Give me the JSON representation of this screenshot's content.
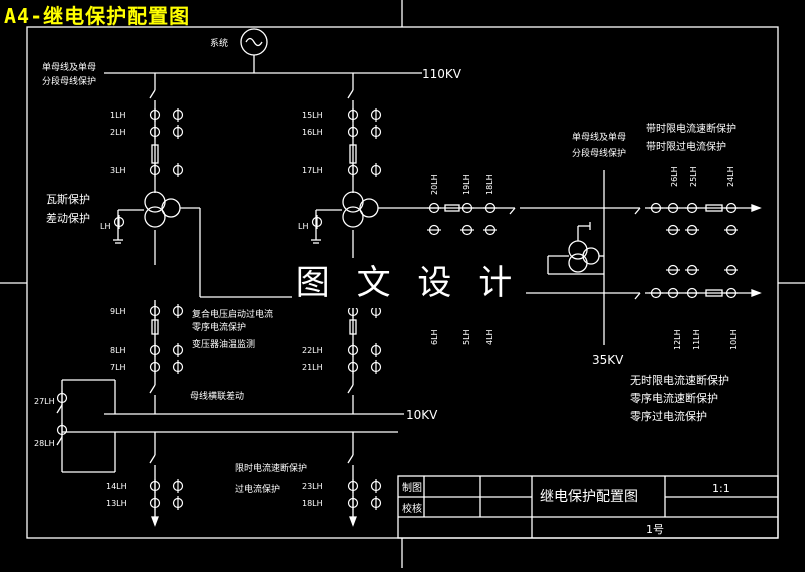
{
  "header_title": "A4-继电保护配置图",
  "watermark": "图 文 设 计",
  "sources": {
    "system": "系统"
  },
  "buses": {
    "b110": "110KV",
    "b10": "10KV",
    "b35": "35KV"
  },
  "notes": {
    "top_left_1": "单母线及单母",
    "top_left_2": "分段母线保护",
    "right_1": "单母线及单母",
    "right_2": "分段母线保护",
    "right_top_a": "带时限电流速断保护",
    "right_top_b": "带时限过电流保护",
    "gas_prot": "瓦斯保护",
    "diff_prot": "差动保护",
    "mid_1": "复合电压启动过电流",
    "mid_2": "零序电流保护",
    "mid_3": "变压器油温监测",
    "bus_diff": "母线横联差动",
    "bottom_1": "限时电流速断保护",
    "bottom_2": "过电流保护",
    "right_bottom_1": "无时限电流速断保护",
    "right_bottom_2": "零序电流速断保护",
    "right_bottom_3": "零序过电流保护"
  },
  "ct_labels": {
    "l1": "1LH",
    "l2": "2LH",
    "l3": "3LH",
    "lh": "LH",
    "l9": "9LH",
    "l8": "8LH",
    "l7": "7LH",
    "l27": "27LH",
    "l28": "28LH",
    "l14": "14LH",
    "l13": "13LH",
    "r15": "15LH",
    "r16": "16LH",
    "r17": "17LH",
    "rlh": "LH",
    "r22": "22LH",
    "r21": "21LH",
    "r23": "23LH",
    "r18": "18LH",
    "v20": "20LH",
    "v19": "19LH",
    "v18": "18LH",
    "v6": "6LH",
    "v5": "5LH",
    "v4": "4LH",
    "v26": "26LH",
    "v25": "25LH",
    "v24": "24LH",
    "v12": "12LH",
    "v11": "11LH",
    "v10": "10LH"
  },
  "title_block": {
    "drawn": "制图",
    "checked": "校核",
    "name": "继电保护配置图",
    "scale": "1:1",
    "number": "1号"
  }
}
